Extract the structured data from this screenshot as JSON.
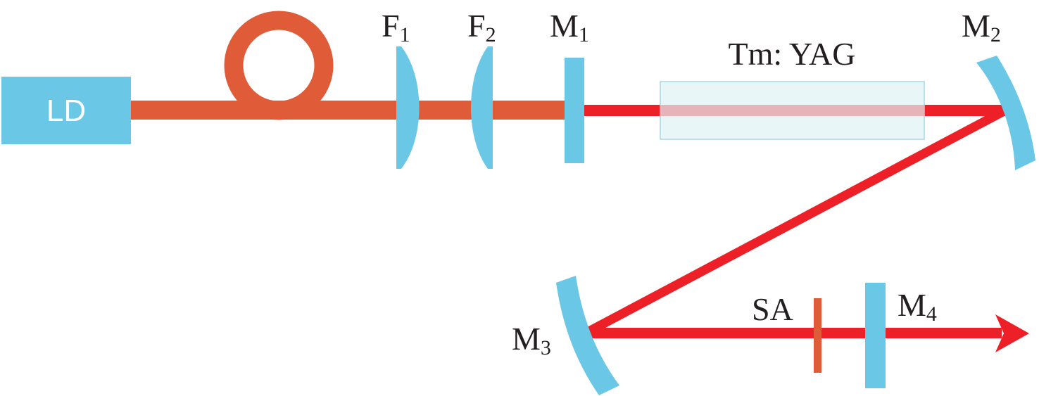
{
  "colors": {
    "fiber": "#e05c38",
    "beam": "#ee2027",
    "optic": "#6ac7e6",
    "crystal_fill": "#e8f6f8",
    "crystal_stroke": "#a8d8e0",
    "crystal_beam": "#e6b4b8",
    "text": "#231f20",
    "ld_text": "#ffffff"
  },
  "labels": {
    "ld": "LD",
    "f1": {
      "main": "F",
      "sub": "1"
    },
    "f2": {
      "main": "F",
      "sub": "2"
    },
    "m1": {
      "main": "M",
      "sub": "1"
    },
    "m2": {
      "main": "M",
      "sub": "2"
    },
    "m3": {
      "main": "M",
      "sub": "3"
    },
    "m4": {
      "main": "M",
      "sub": "4"
    },
    "crystal": "Tm: YAG",
    "sa": "SA"
  },
  "icons": {
    "fiber_loop": "fiber-coil-icon",
    "output_arrow": "arrow-right-icon"
  }
}
